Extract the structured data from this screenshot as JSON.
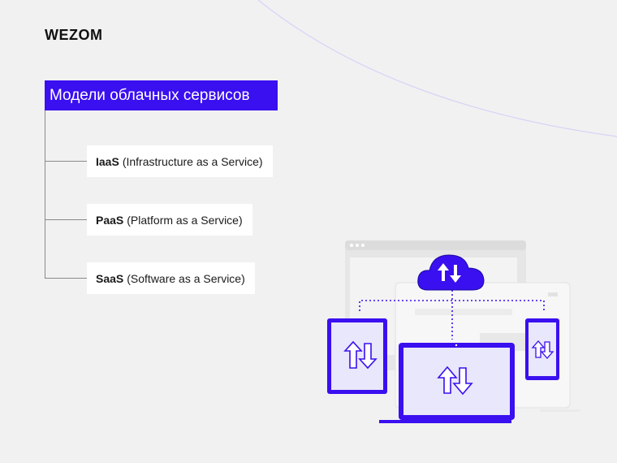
{
  "brand": {
    "logo": "WEZOM"
  },
  "title": "Модели облачных сервисов",
  "models": [
    {
      "abbr": "IaaS",
      "desc": "(Infrastructure as a Service)"
    },
    {
      "abbr": "PaaS",
      "desc": "(Platform as a Service)"
    },
    {
      "abbr": "SaaS",
      "desc": "(Software as a Service)"
    }
  ],
  "colors": {
    "accent": "#3a0ff0",
    "line": "#8a8a8a",
    "background": "#f1f1f1"
  },
  "icons": [
    "cloud-icon",
    "transfer-arrows-icon",
    "laptop-icon",
    "tablet-icon",
    "phone-icon",
    "browser-window-icon"
  ]
}
